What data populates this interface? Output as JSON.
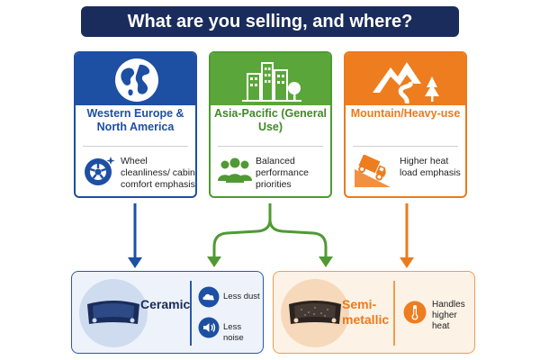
{
  "header": {
    "title": "What are you selling, and where?"
  },
  "regions": [
    {
      "title": "Western Europe & North America",
      "description": "Wheel cleanliness/ cabin comfort emphasis",
      "header_icon": "globe-icon",
      "detail_icon": "wheel-icon",
      "color": "#1d4fa3"
    },
    {
      "title": "Asia-Pacific (General Use)",
      "description": "Balanced performance priorities",
      "header_icon": "city-skyline-icon",
      "detail_icon": "people-group-icon",
      "color": "#5aa63a"
    },
    {
      "title": "Mountain/Heavy-use",
      "description": "Higher heat load emphasis",
      "header_icon": "mountain-road-icon",
      "detail_icon": "truck-downhill-icon",
      "color": "#ee7d1f"
    }
  ],
  "materials": [
    {
      "name": "Ceramic",
      "color": "#1a2c5b",
      "features": [
        {
          "label": "Less dust",
          "icon": "dust-cloud-icon"
        },
        {
          "label": "Less noise",
          "icon": "speaker-icon"
        }
      ]
    },
    {
      "name": "Semi-metallic",
      "color": "#ec7a1c",
      "features": [
        {
          "label": "Handles higher heat",
          "icon": "thermometer-icon"
        }
      ]
    }
  ]
}
